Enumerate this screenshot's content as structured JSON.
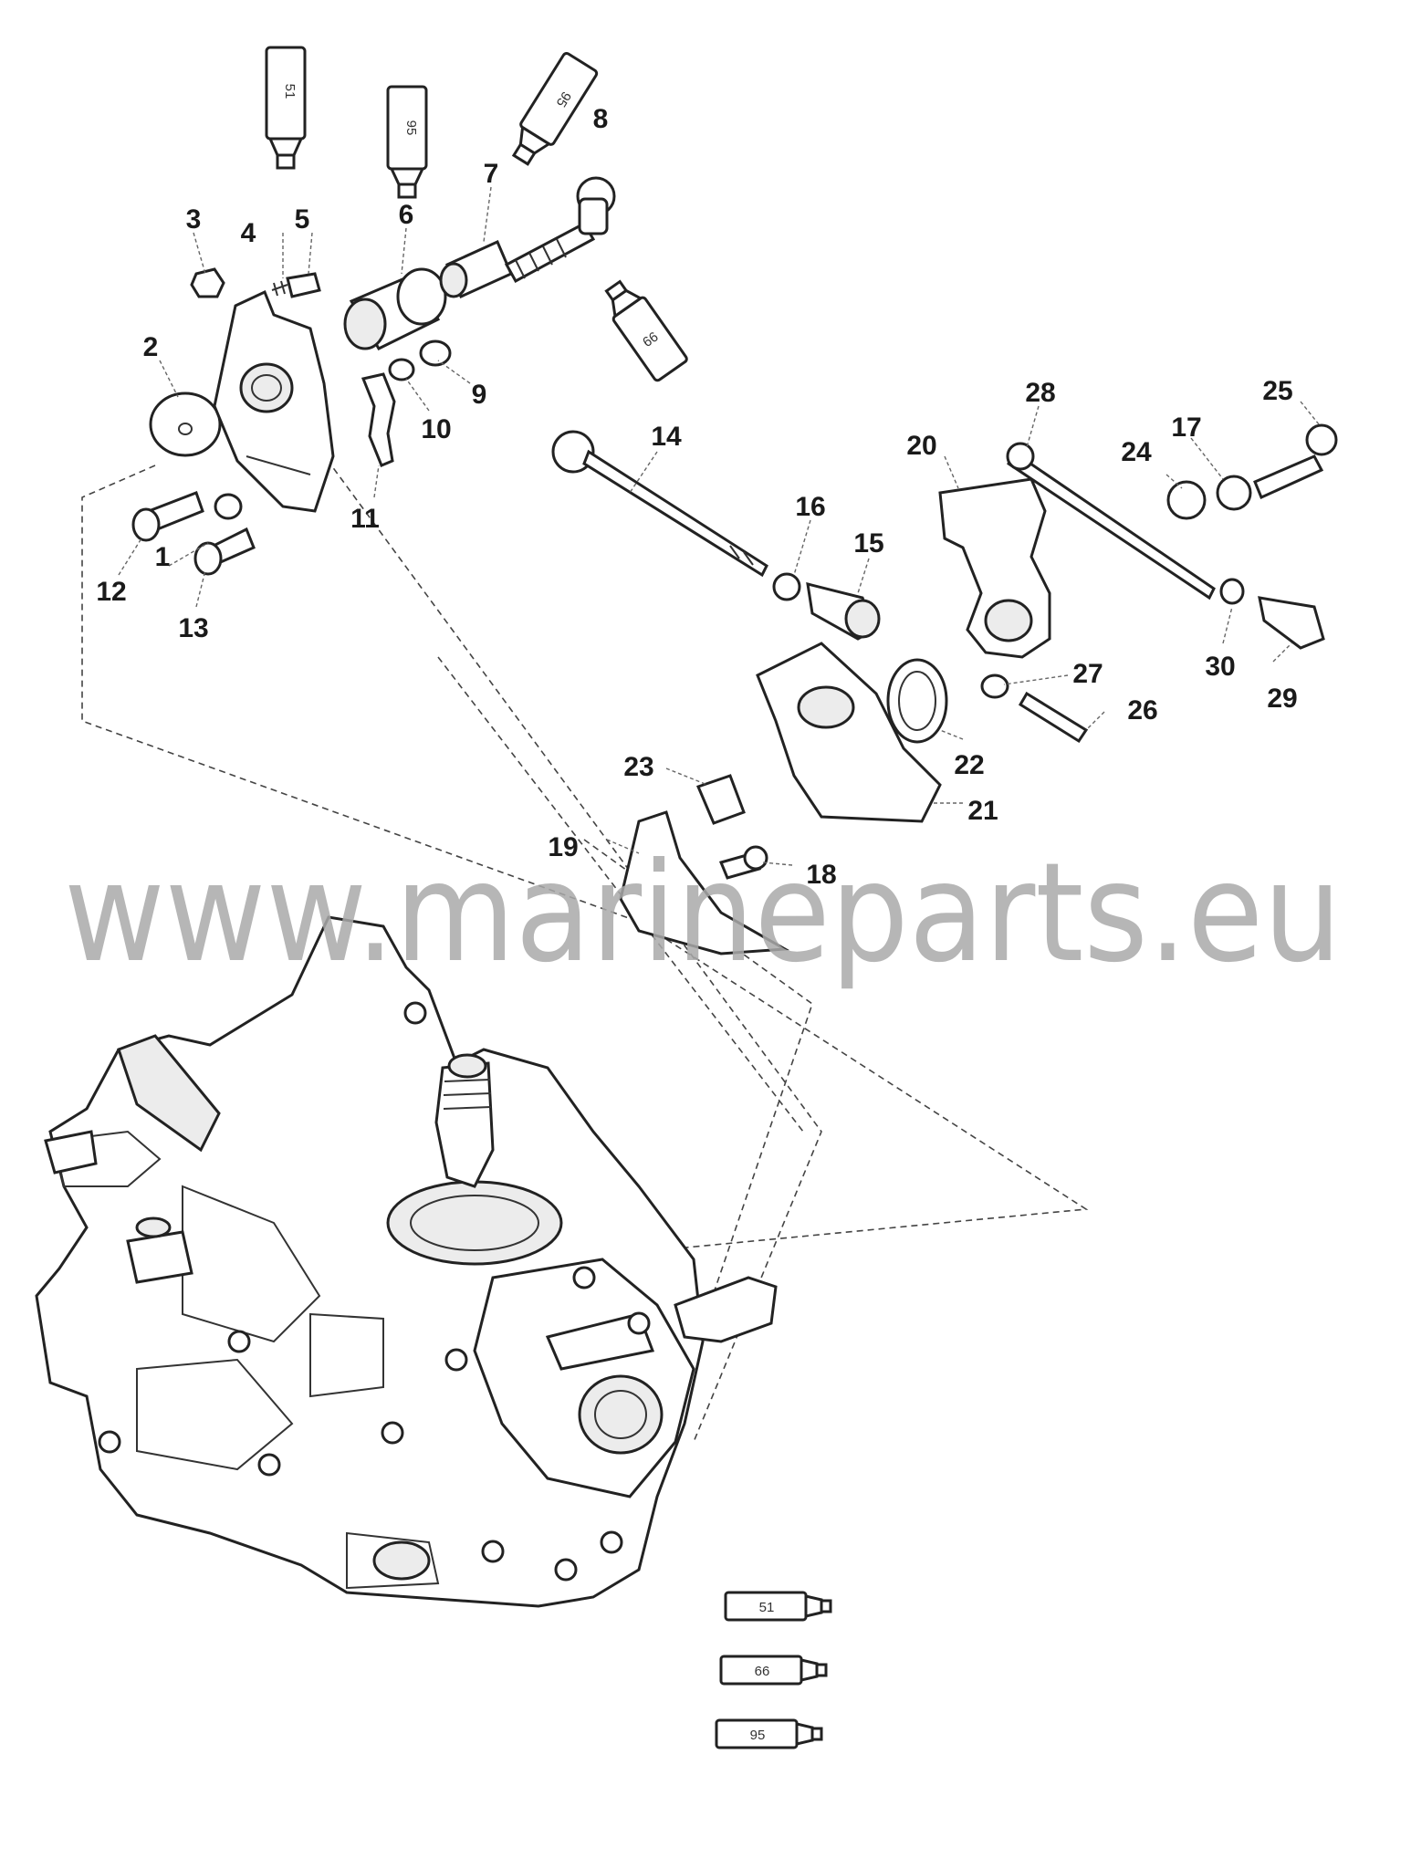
{
  "watermark": "www.marineparts.eu",
  "callouts": [
    {
      "id": "1",
      "text": "1"
    },
    {
      "id": "2",
      "text": "2"
    },
    {
      "id": "3",
      "text": "3"
    },
    {
      "id": "4",
      "text": "4"
    },
    {
      "id": "5",
      "text": "5"
    },
    {
      "id": "6",
      "text": "6"
    },
    {
      "id": "7",
      "text": "7"
    },
    {
      "id": "8",
      "text": "8"
    },
    {
      "id": "9",
      "text": "9"
    },
    {
      "id": "10",
      "text": "10"
    },
    {
      "id": "11",
      "text": "11"
    },
    {
      "id": "12",
      "text": "12"
    },
    {
      "id": "13",
      "text": "13"
    },
    {
      "id": "14",
      "text": "14"
    },
    {
      "id": "15",
      "text": "15"
    },
    {
      "id": "16",
      "text": "16"
    },
    {
      "id": "17",
      "text": "17"
    },
    {
      "id": "18",
      "text": "18"
    },
    {
      "id": "19",
      "text": "19"
    },
    {
      "id": "20",
      "text": "20"
    },
    {
      "id": "21",
      "text": "21"
    },
    {
      "id": "22",
      "text": "22"
    },
    {
      "id": "23",
      "text": "23"
    },
    {
      "id": "24",
      "text": "24"
    },
    {
      "id": "25",
      "text": "25"
    },
    {
      "id": "26",
      "text": "26"
    },
    {
      "id": "27",
      "text": "27"
    },
    {
      "id": "28",
      "text": "28"
    },
    {
      "id": "29",
      "text": "29"
    },
    {
      "id": "30",
      "text": "30"
    }
  ],
  "sealant_tubes": [
    {
      "id": "t1",
      "text": "51"
    },
    {
      "id": "t2",
      "text": "95"
    },
    {
      "id": "t3",
      "text": "95"
    },
    {
      "id": "t4",
      "text": "66"
    }
  ],
  "legend": [
    {
      "text": "51"
    },
    {
      "text": "66"
    },
    {
      "text": "95"
    }
  ]
}
